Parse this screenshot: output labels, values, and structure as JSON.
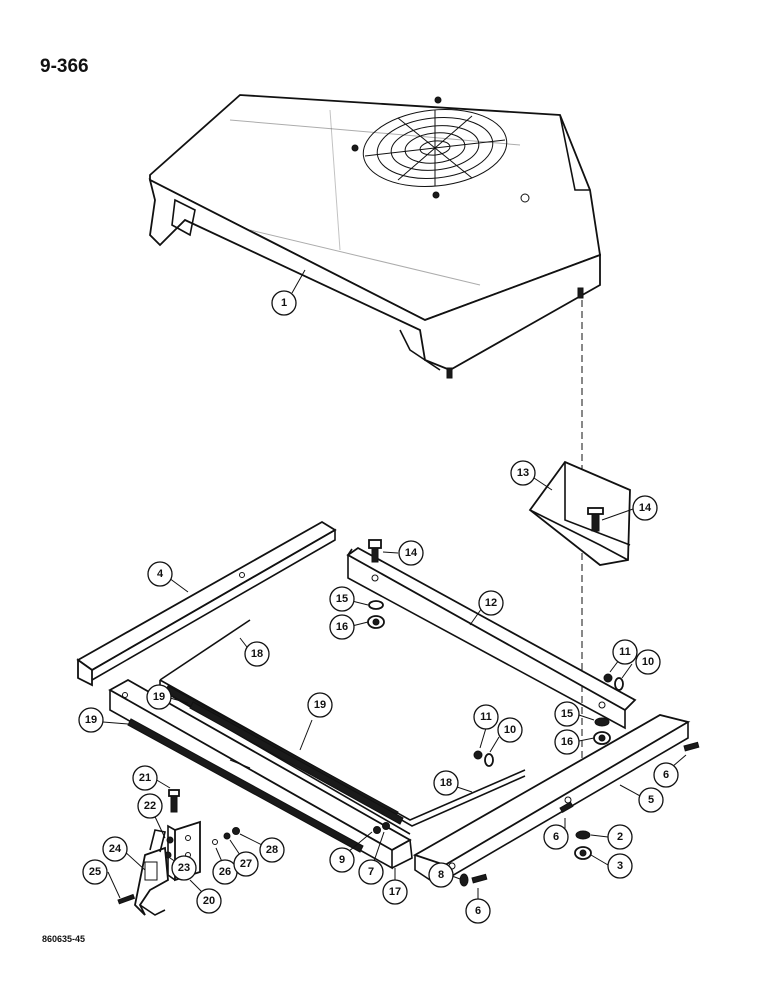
{
  "page_number": "9-366",
  "figure_code": "860635-45",
  "callouts": [
    "1",
    "2",
    "3",
    "4",
    "5",
    "6",
    "6",
    "6",
    "7",
    "8",
    "9",
    "10",
    "10",
    "11",
    "11",
    "12",
    "13",
    "14",
    "14",
    "15",
    "15",
    "16",
    "16",
    "17",
    "18",
    "18",
    "19",
    "19",
    "19",
    "20",
    "21",
    "22",
    "23",
    "24",
    "25",
    "26",
    "27",
    "28"
  ]
}
